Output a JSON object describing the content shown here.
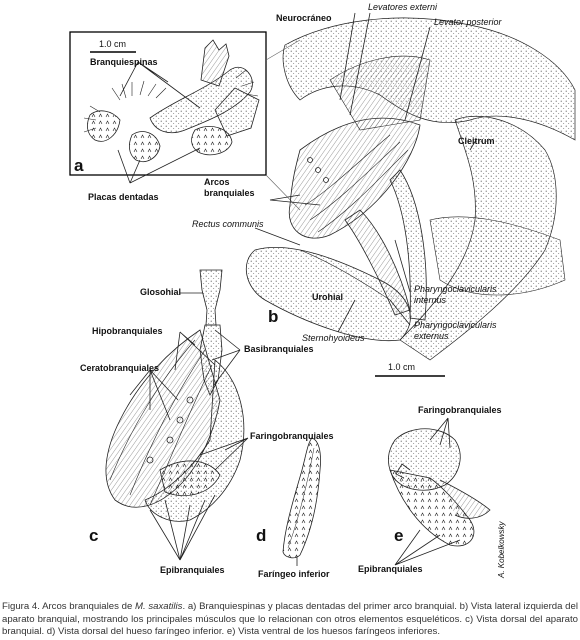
{
  "panels": {
    "a": "a",
    "b": "b",
    "c": "c",
    "d": "d",
    "e": "e"
  },
  "scale_bars": {
    "a": "1.0 cm",
    "b": "1.0 cm"
  },
  "labels_a": {
    "branquiespinas": "Branquiespinas",
    "placas_dentadas": "Placas dentadas"
  },
  "labels_b": {
    "neurocraneo": "Neurocráneo",
    "levatores_externi": "Levatores externi",
    "levator_posterior": "Levator posterior",
    "cleitrum": "Cleitrum",
    "arcos_branquiales_1": "Arcos",
    "arcos_branquiales_2": "branquiales",
    "rectus_communis": "Rectus communis",
    "urohial": "Urohial",
    "sternohyoideus": "Sternohyoideus",
    "pharyngoclav_internus_1": "Pharyngoclavicularis",
    "pharyngoclav_internus_2": "internus",
    "pharyngoclav_externus_1": "Pharyngoclavicularis",
    "pharyngoclav_externus_2": "externus"
  },
  "labels_c": {
    "glosohial": "Glosohial",
    "hipobranquiales": "Hipobranquiales",
    "basibranquiales": "Basibranquiales",
    "ceratobranquiales": "Ceratobranquiales",
    "faringobranquiales": "Faringobranquiales",
    "epibranquiales": "Epibranquiales"
  },
  "labels_d": {
    "faringeo_inferior": "Faríngeo inferior"
  },
  "labels_e": {
    "faringobranquiales": "Faringobranquiales",
    "epibranquiales": "Epibranquiales"
  },
  "credit": "A. Kobelkowsky",
  "caption": {
    "prefix": "Figura 4. Arcos branquiales de ",
    "species": "M. saxatilis",
    "text": ". a) Branquiespinas y placas dentadas del primer arco branquial. b) Vista lateral izquierda del aparato branquial, mostrando los principales músculos que lo relacionan con otros elementos esqueléticos. c) Vista dorsal del aparato branquial. d) Vista dorsal del hueso faríngeo inferior. e) Vista ventral de los huesos faríngeos inferiores."
  }
}
